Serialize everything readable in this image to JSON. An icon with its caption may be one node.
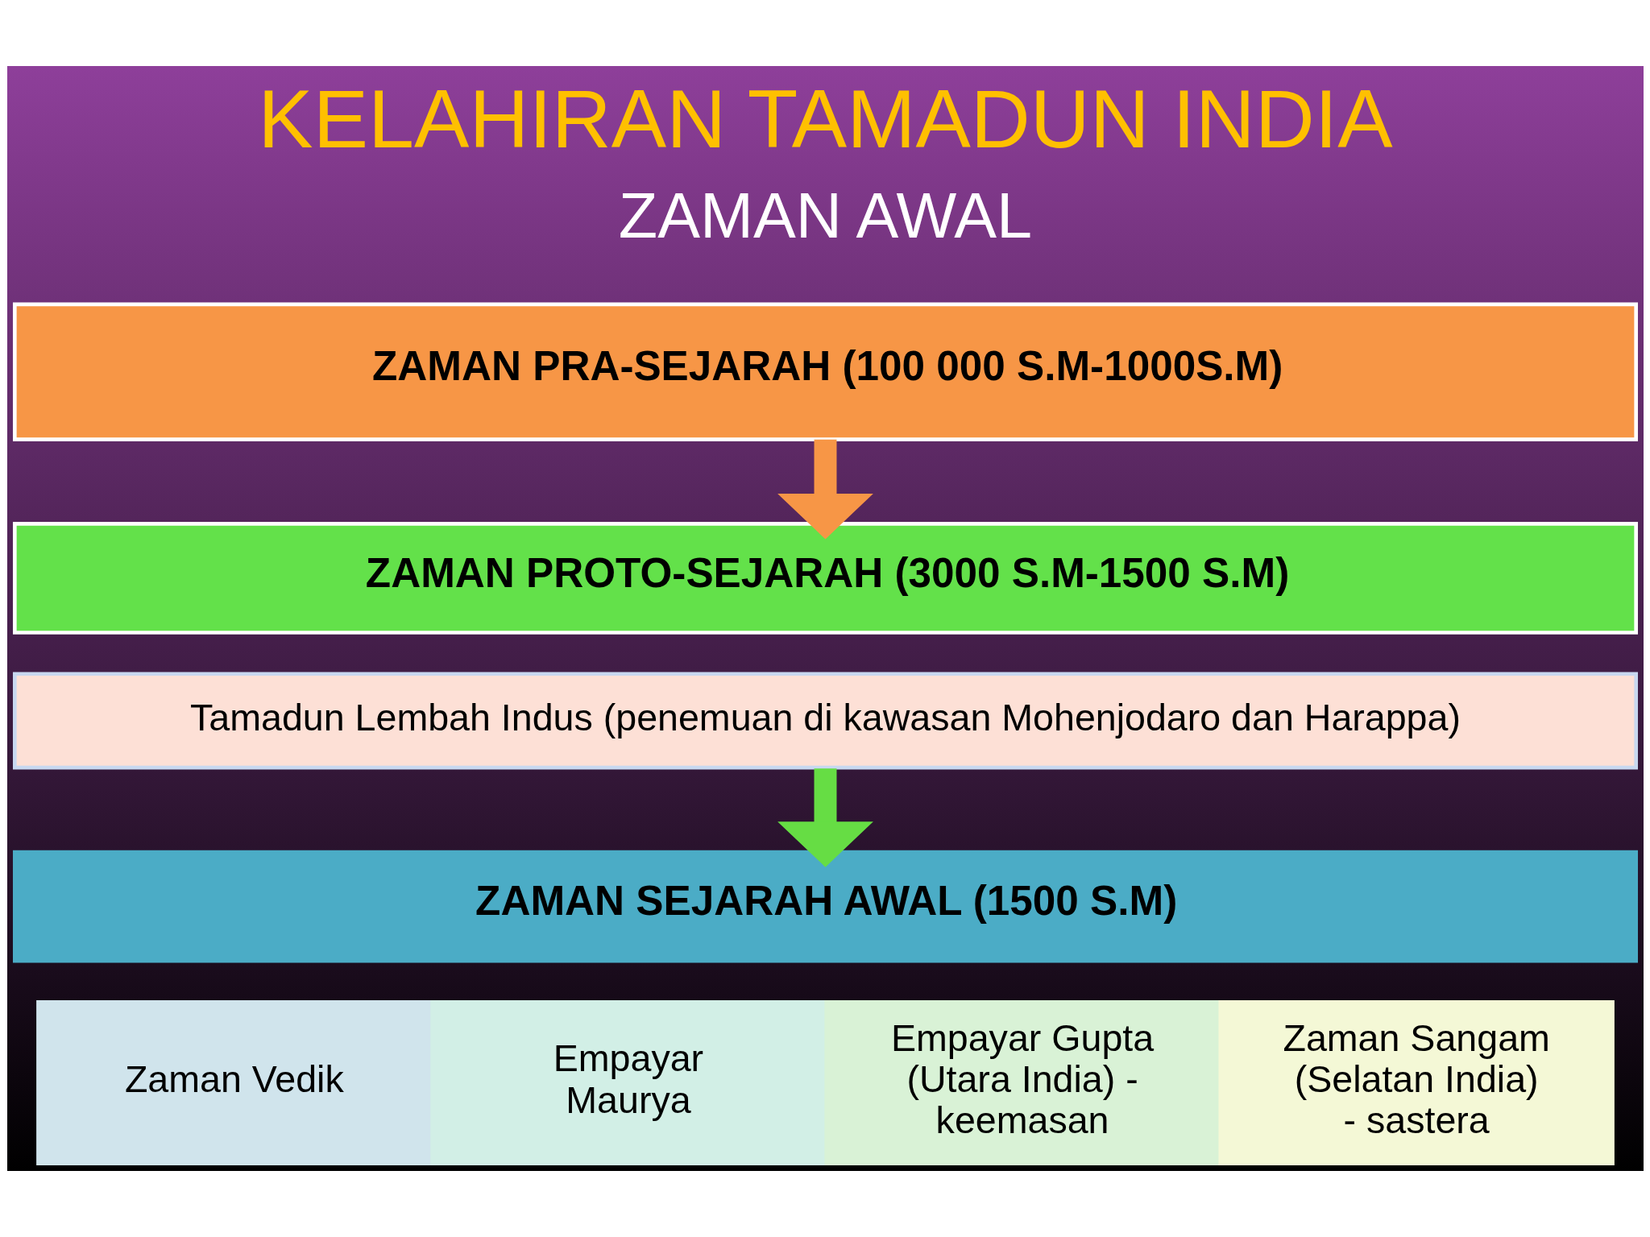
{
  "diagram": {
    "title": "KELAHIRAN TAMADUN INDIA",
    "nodes": [
      {
        "text": [
          "ZAMAN PRA-SEJARAH (100 000 S.M-1000S.M)"
        ]
      },
      {
        "text": [
          "ZAMAN PROTO-SEJARAH (3000 S.M-1500 S.M)"
        ]
      },
      {
        "text": [
          "Tamadun Lembah Indus (penemuan di kawasan Mohenjodaro dan Harappa)"
        ]
      },
      {
        "text": [
          "ZAMAN SEJARAH AWAL (1500 S.M)"
        ]
      },
      {
        "text": [
          "Zaman Vedik"
        ]
      },
      {
        "text": [
          "Empayar Maurya"
        ]
      },
      {
        "text": [
          "Empayar Gupta (Utara India) - keemasan"
        ]
      },
      {
        "text": [
          "Zaman Sangam (Selatan India) - sastera"
        ]
      }
    ],
    "edges": [
      {
        "from": 0,
        "to": 1,
        "arrow": "to",
        "color": "#f79646"
      },
      {
        "from": 2,
        "to": 3,
        "arrow": "to",
        "color": "#66dd44"
      }
    ],
    "labels": [
      "ZAMAN AWAL"
    ]
  }
}
